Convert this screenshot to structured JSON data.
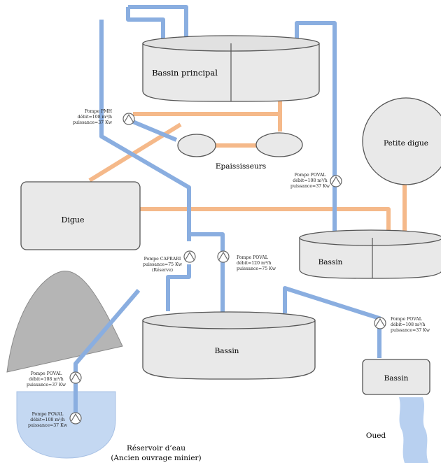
{
  "colors": {
    "blue_pipe": "#8aaee0",
    "orange_pipe": "#f5b98a",
    "tank_fill": "#e9e9e9",
    "outline": "#555555",
    "water": "#c4d8f2",
    "terril": "#b5b5b5"
  },
  "labels": {
    "bassin_principal": "Bassin principal",
    "epaississeurs": "Epaississeurs",
    "petite_digue": "Petite digue",
    "digue": "Digue",
    "bassin_right": "Bassin",
    "bassin_center": "Bassin",
    "bassin_small": "Bassin",
    "reservoir_line1": "Réservoir d’eau",
    "reservoir_line2": "(Ancien ouvrage minier)",
    "oued": "Oued"
  },
  "pumps": {
    "pmh": {
      "name": "Pompe PMH",
      "debit": "débit=108 m³/h",
      "puissance": "puissance=37 Kw"
    },
    "poval_top": {
      "name": "Pompe POVAL",
      "debit": "débit=108 m³/h",
      "puissance": "puissance=37 Kw"
    },
    "caprari": {
      "name": "Pompe CAPRARI",
      "puissance": "puissance=75 Kw",
      "note": "(Réserve)"
    },
    "poval_mid": {
      "name": "Pompe POVAL",
      "debit": "débit=120 m³/h",
      "puissance": "puissance=75 Kw"
    },
    "poval_right": {
      "name": "Pompe POVAL",
      "debit": "débit=108 m³/h",
      "puissance": "puissance=37 Kw"
    },
    "poval_left": {
      "name": "Pompe POVAL",
      "debit": "débit=108 m³/h",
      "puissance": "puissance=37 Kw"
    },
    "poval_reservoir": {
      "name": "Pompe POVAL",
      "debit": "débit=108 m³/h",
      "puissance": "puissance=37 Kw"
    }
  }
}
